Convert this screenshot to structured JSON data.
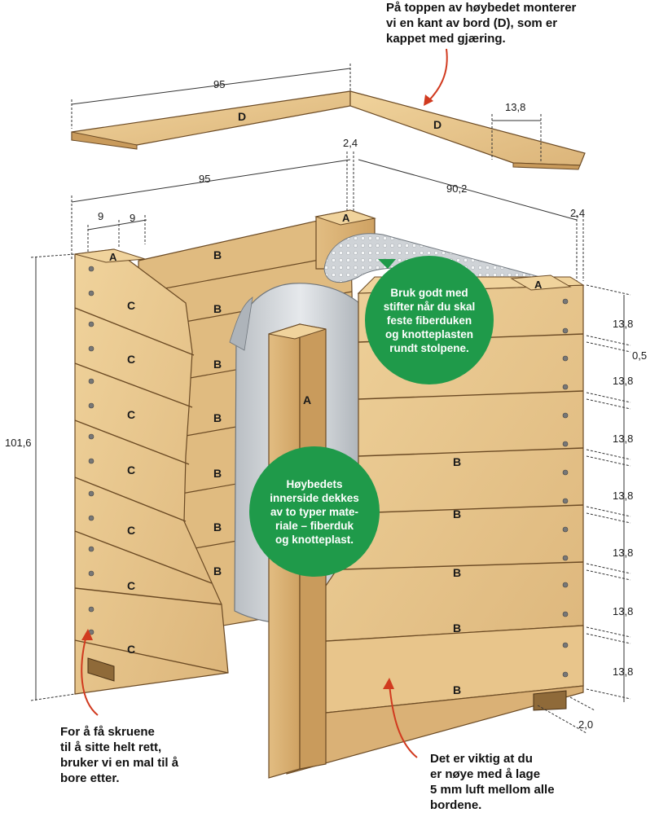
{
  "labels": {
    "D": "D",
    "A": "A",
    "B": "B",
    "C": "C"
  },
  "dimensions": {
    "top_width": "95",
    "top_depth_board": "13,8",
    "frame_width": "95",
    "post_offset": "2,4",
    "right_depth": "90,2",
    "right_offset": "2,4",
    "post_a1": "9",
    "post_a2": "9",
    "height": "101,6",
    "board_height": "13,8",
    "gap": "0,5",
    "foot": "2,0"
  },
  "notes": {
    "top": "På toppen av høybedet monterer\nvi en kant av bord (D), som er\nkappet med gjæring.",
    "left": "For å få skruene\ntil å sitte helt rett,\nbruker vi en mal til å\nbore etter.",
    "bottom": "Det er viktig at du\ner nøye med å lage\n5 mm luft mellom alle\nbordene."
  },
  "bubbles": {
    "upper": "Bruk godt med\nstifter når du skal\nfeste fiberduken\nog knotteplasten\nrundt stolpene.",
    "lower": "Høybedets\ninnerside dekkes\nav to typer mate-\nriale – fiberduk\nog knotteplast."
  },
  "colors": {
    "wood": "#e9c88f",
    "wood_dark": "#c99b5c",
    "wood_line": "#6b4a24",
    "bubble": "#1f9a4a",
    "arrow": "#d13a1f",
    "foil": "#c9cdd1"
  }
}
